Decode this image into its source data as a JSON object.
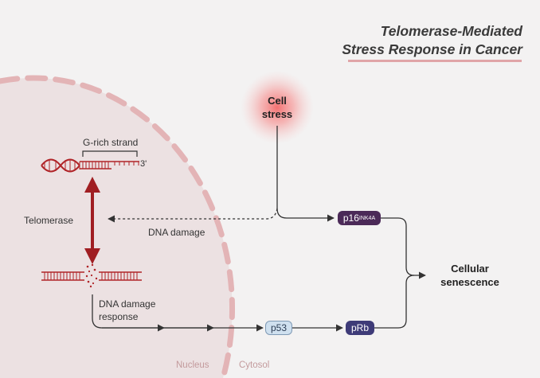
{
  "title": {
    "line1": "Telomerase-Mediated",
    "line2": "Stress Response in Cancer"
  },
  "labels": {
    "g_rich_strand": "G-rich strand",
    "three_prime": "3'",
    "telomerase": "Telomerase",
    "dna_damage": "DNA damage",
    "dna_damage_response_line1": "DNA damage",
    "dna_damage_response_line2": "response",
    "cell_stress_line1": "Cell",
    "cell_stress_line2": "stress",
    "cellular_senescence_line1": "Cellular",
    "cellular_senescence_line2": "senescence",
    "nucleus": "Nucleus",
    "cytosol": "Cytosol"
  },
  "proteins": {
    "p16_base": "p16",
    "p16_sup": "INK4A",
    "p53": "p53",
    "prb": "pRb"
  },
  "colors": {
    "background": "#f3f2f2",
    "nucleus_fill": "#ece1e2",
    "membrane": "#e3b4b6",
    "dna_red": "#b02428",
    "arrow": "#333333",
    "p16_fill": "#4b2a58",
    "p53_fill": "#cfe0ef",
    "prb_fill": "#3e3b78",
    "stress_glow": "#f46a6a"
  }
}
